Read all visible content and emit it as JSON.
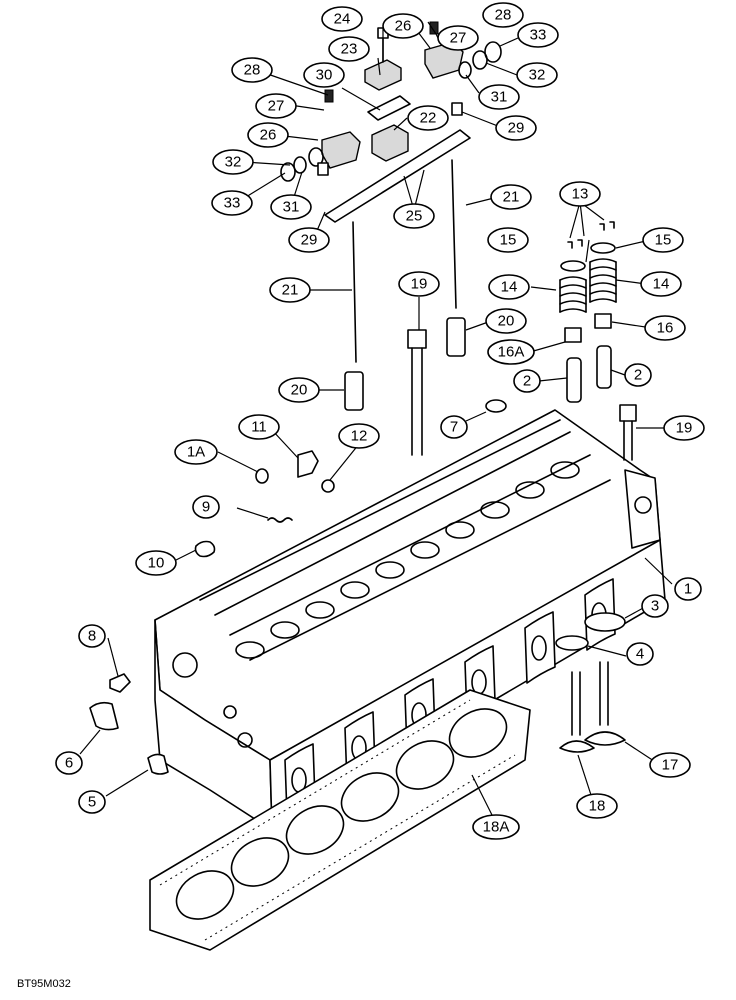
{
  "diagram_code": "BT95M032",
  "callouts": [
    {
      "id": "c24",
      "label": "24"
    },
    {
      "id": "c28a",
      "label": "28"
    },
    {
      "id": "c26a",
      "label": "26"
    },
    {
      "id": "c27a",
      "label": "27"
    },
    {
      "id": "c33a",
      "label": "33"
    },
    {
      "id": "c23",
      "label": "23"
    },
    {
      "id": "c32a",
      "label": "32"
    },
    {
      "id": "c28b",
      "label": "28"
    },
    {
      "id": "c30",
      "label": "30"
    },
    {
      "id": "c31a",
      "label": "31"
    },
    {
      "id": "c27b",
      "label": "27"
    },
    {
      "id": "c22",
      "label": "22"
    },
    {
      "id": "c29a",
      "label": "29"
    },
    {
      "id": "c26b",
      "label": "26"
    },
    {
      "id": "c32b",
      "label": "32"
    },
    {
      "id": "c33b",
      "label": "33"
    },
    {
      "id": "c31b",
      "label": "31"
    },
    {
      "id": "c21a",
      "label": "21"
    },
    {
      "id": "c29b",
      "label": "29"
    },
    {
      "id": "c25",
      "label": "25"
    },
    {
      "id": "c13",
      "label": "13"
    },
    {
      "id": "c15a",
      "label": "15"
    },
    {
      "id": "c15b",
      "label": "15"
    },
    {
      "id": "c21b",
      "label": "21"
    },
    {
      "id": "c19a",
      "label": "19"
    },
    {
      "id": "c14a",
      "label": "14"
    },
    {
      "id": "c14b",
      "label": "14"
    },
    {
      "id": "c20a",
      "label": "20"
    },
    {
      "id": "c16",
      "label": "16"
    },
    {
      "id": "c16a",
      "label": "16A"
    },
    {
      "id": "c2a",
      "label": "2"
    },
    {
      "id": "c2b",
      "label": "2"
    },
    {
      "id": "c20b",
      "label": "20"
    },
    {
      "id": "c7",
      "label": "7"
    },
    {
      "id": "c11",
      "label": "11"
    },
    {
      "id": "c19b",
      "label": "19"
    },
    {
      "id": "c12",
      "label": "12"
    },
    {
      "id": "c1a",
      "label": "1A"
    },
    {
      "id": "c9",
      "label": "9"
    },
    {
      "id": "c10",
      "label": "10"
    },
    {
      "id": "c1",
      "label": "1"
    },
    {
      "id": "c3",
      "label": "3"
    },
    {
      "id": "c8",
      "label": "8"
    },
    {
      "id": "c4",
      "label": "4"
    },
    {
      "id": "c6",
      "label": "6"
    },
    {
      "id": "c17",
      "label": "17"
    },
    {
      "id": "c5",
      "label": "5"
    },
    {
      "id": "c18",
      "label": "18"
    },
    {
      "id": "c18a",
      "label": "18A"
    }
  ]
}
